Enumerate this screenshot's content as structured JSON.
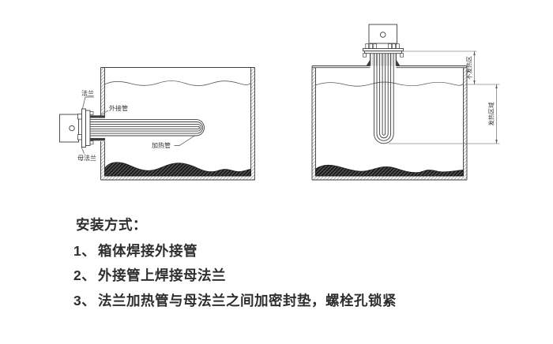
{
  "diagram_labels": {
    "flange": "法兰",
    "outer_pipe": "外接管",
    "heating_tube": "加热管",
    "female_flange": "母法兰",
    "non_heating_zone": "不发热区",
    "heating_zone": "发热区域"
  },
  "instructions": {
    "title": "安装方式：",
    "items": [
      {
        "num": "1、",
        "text": "箱体焊接外接管"
      },
      {
        "num": "2、",
        "text": "外接管上焊接母法兰"
      },
      {
        "num": "3、",
        "text": "法兰加热管与母法兰之间加密封垫，螺栓孔锁紧"
      }
    ]
  },
  "colors": {
    "background": "#ffffff",
    "line": "#3e3e3e",
    "dimension_line": "#555555",
    "text": "#2e2e2e",
    "sediment": "#3f3f3f"
  }
}
